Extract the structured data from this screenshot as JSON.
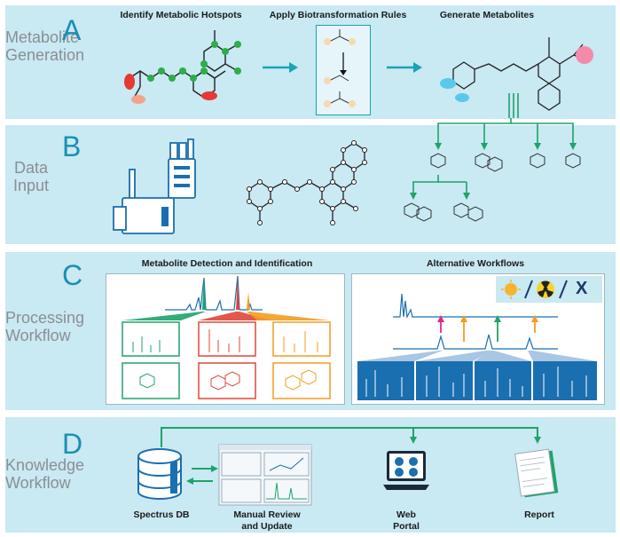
{
  "section_a": {
    "letter": "A",
    "side_label": [
      "Metabolite",
      "Generation"
    ],
    "step1": "Identify Metabolic Hotspots",
    "step2": "Apply Biotransformation Rules",
    "step3": "Generate Metabolites"
  },
  "section_b": {
    "letter": "B",
    "side_label": [
      "Data",
      "Input"
    ]
  },
  "section_c": {
    "letter": "C",
    "side_label": [
      "Processing",
      "Workflow"
    ],
    "left_title": "Metabolite Detection and Identification",
    "right_title": "Alternative Workflows",
    "alt_badge": "X"
  },
  "section_d": {
    "letter": "D",
    "side_label": [
      "Knowledge",
      "Workflow"
    ],
    "db_label": "Spectrus DB",
    "review_label": [
      "Manual Review",
      "and Update"
    ],
    "web_label": [
      "Web",
      "Portal"
    ],
    "report_label": "Report"
  },
  "colors": {
    "panel": "#c9e9f3",
    "arrow_teal": "#1aa3b5",
    "green": "#1ea36a",
    "red": "#e0463a",
    "orange": "#f39c21",
    "blue": "#1a6fb0"
  }
}
